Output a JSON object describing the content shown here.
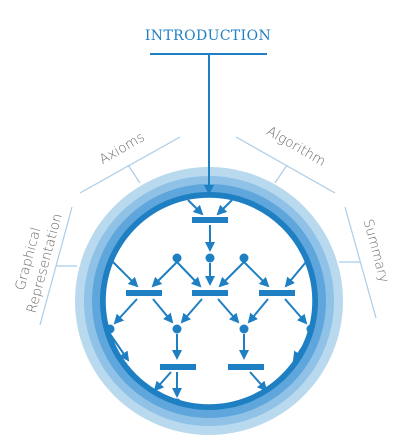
{
  "colors": {
    "primary": "#1e7fc3",
    "ring_outer": "#b9d9ef",
    "ring_mid": "#8fc2e6",
    "ring_inner": "#5ea6db",
    "guide_line": "#a9cde9",
    "label_gray": "#6b6b6b"
  },
  "header": {
    "title": "INTRODUCTION"
  },
  "sections": [
    {
      "id": "axioms",
      "label": "Axioms"
    },
    {
      "id": "algorithm",
      "label": "Algorithm"
    },
    {
      "id": "graphical",
      "label_lines": [
        "Graphical",
        "Representation"
      ]
    },
    {
      "id": "summary",
      "label": "Summary"
    }
  ],
  "icons": {
    "network": "petri-net-icon"
  }
}
